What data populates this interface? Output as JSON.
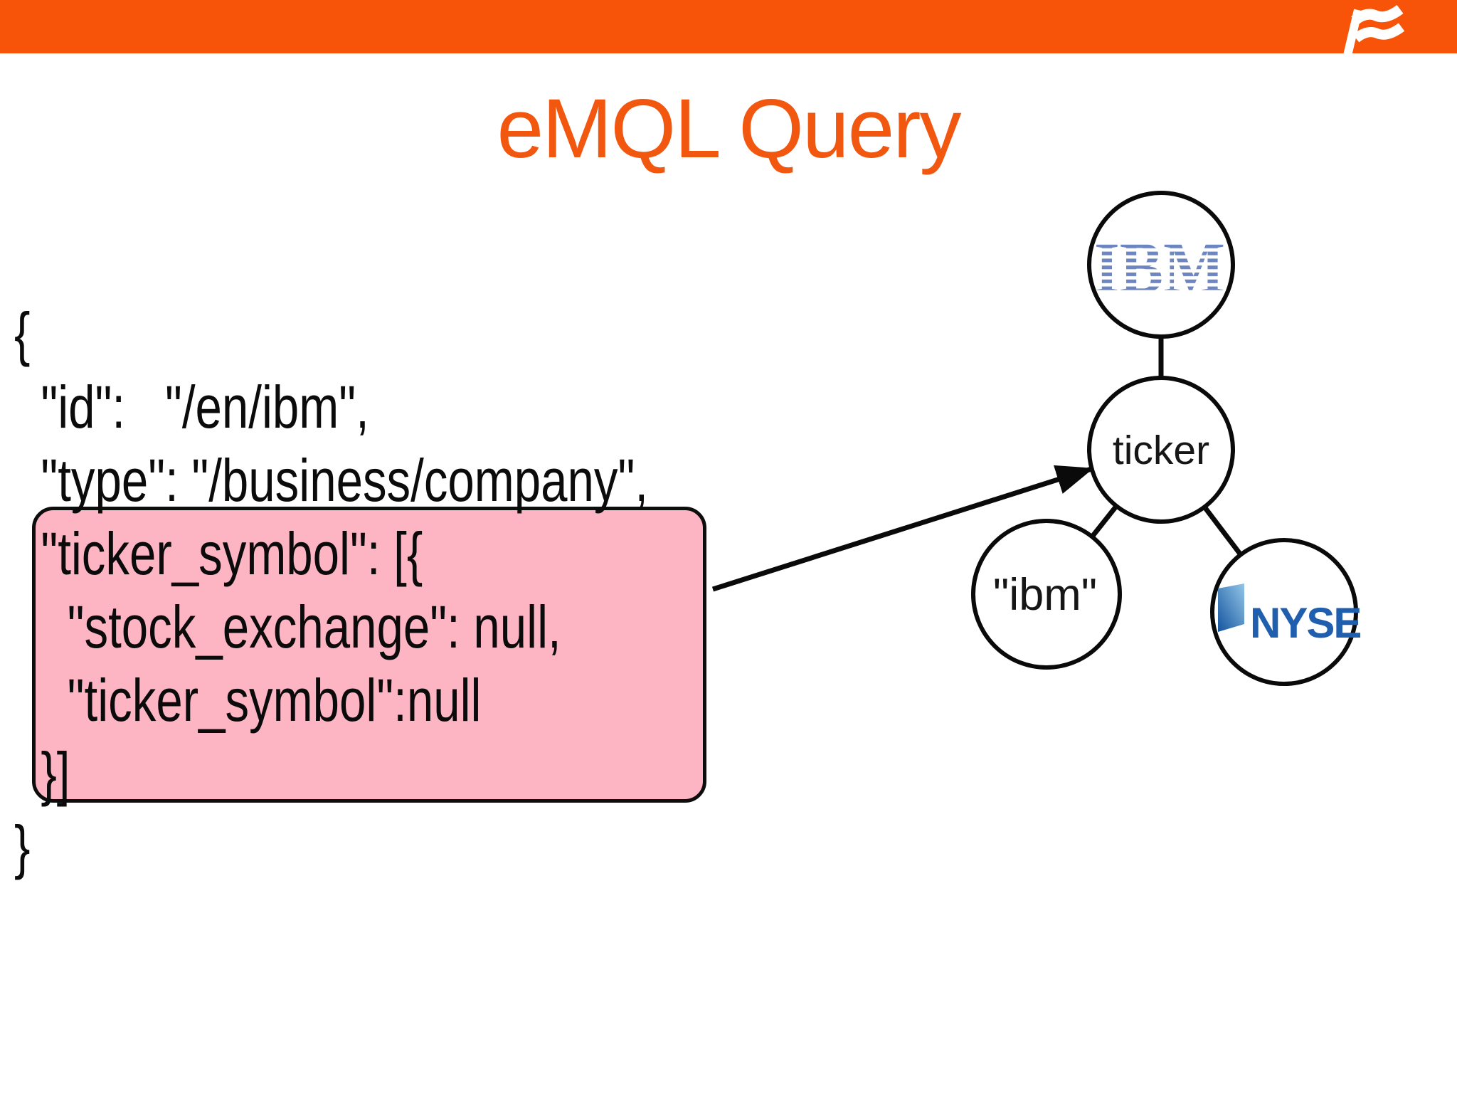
{
  "slide": {
    "title": "eMQL Query",
    "colors": {
      "header_orange": "#F85409",
      "title_orange": "#F2570F",
      "highlight_pink": "#FEB5C3",
      "ibm_logo_blue": "#6D86C1",
      "nyse_blue": "#1F5FAE",
      "diagram_black": "#0a0a0a"
    }
  },
  "code": {
    "text": "{\n  \"id\":   \"/en/ibm\",\n  \"type\": \"/business/company\",\n  \"ticker_symbol\": [{\n    \"stock_exchange\": null,\n    \"ticker_symbol\":null\n  }]\n}",
    "highlighted_lines": [
      "\"ticker_symbol\": [{",
      "\"stock_exchange\": null,",
      "\"ticker_symbol\":null",
      "}]"
    ]
  },
  "diagram": {
    "nodes": {
      "company": {
        "label": "IBM"
      },
      "property": {
        "label": "ticker"
      },
      "symbol": {
        "label": "\"ibm\""
      },
      "exchange": {
        "label": "NYSE"
      }
    },
    "edges": [
      "company-property",
      "property-symbol",
      "property-exchange"
    ],
    "arrow": "highlight-box to property node"
  }
}
